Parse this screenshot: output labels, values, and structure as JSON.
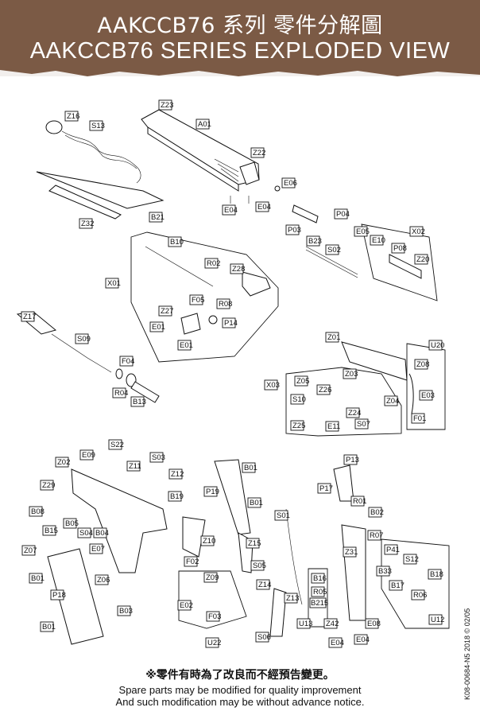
{
  "header": {
    "title_zh": "AAKCCB76 系列  零件分解圖",
    "title_en": "AAKCCB76 SERIES EXPLODED VIEW"
  },
  "colors": {
    "header_bg": "#7b5a45",
    "header_text": "#ffffff",
    "line": "#111111"
  },
  "labels": {
    "Z23": "Z23",
    "A01": "A01",
    "Z22": "Z22",
    "E06": "E06",
    "E04a": "E04",
    "E04b": "E04",
    "Z16": "Z16",
    "S13": "S13",
    "Z32": "Z32",
    "B21": "B21",
    "P04": "P04",
    "P03": "P03",
    "E05": "E05",
    "E10": "E10",
    "X02": "X02",
    "B23": "B23",
    "S02": "S02",
    "P08": "P08",
    "Z20": "Z20",
    "B10": "B10",
    "R02": "R02",
    "Z28": "Z28",
    "X01": "X01",
    "F05": "F05",
    "R08": "R08",
    "Z27": "Z27",
    "P14": "P14",
    "E01a": "E01",
    "E01b": "E01",
    "Z17": "Z17",
    "S09": "S09",
    "F04": "F04",
    "R04": "R04",
    "B13": "B13",
    "Z01": "Z01",
    "U20": "U20",
    "Z08": "Z08",
    "X03": "X03",
    "Z05": "Z05",
    "Z03": "Z03",
    "S10": "S10",
    "Z26": "Z26",
    "E03": "E03",
    "Z04": "Z04",
    "Z24": "Z24",
    "F01": "F01",
    "Z25": "Z25",
    "E11": "E11",
    "S07": "S07",
    "S22": "S22",
    "E09": "E09",
    "S03": "S03",
    "Z11": "Z11",
    "Z02": "Z02",
    "Z12": "Z12",
    "B01a": "B01",
    "P13": "P13",
    "Z29": "Z29",
    "B19": "B19",
    "P19": "P19",
    "P17": "P17",
    "R01": "R01",
    "B08": "B08",
    "B05": "B05",
    "B15": "B15",
    "S04": "S04",
    "B04": "B04",
    "B01b": "B01",
    "S01": "S01",
    "B02": "B02",
    "Z10": "Z10",
    "Z07": "Z07",
    "E07": "E07",
    "Z15": "Z15",
    "R07": "R07",
    "P41": "P41",
    "B01c": "B01",
    "Z06": "Z06",
    "F02": "F02",
    "S05": "S05",
    "Z31": "Z31",
    "S12": "S12",
    "B33": "B33",
    "B18": "B18",
    "P18": "P18",
    "Z09": "Z09",
    "Z14": "Z14",
    "B16": "B16",
    "R05": "R05",
    "B17": "B17",
    "B03": "B03",
    "E02": "E02",
    "Z13": "Z13",
    "B215": "B215",
    "R06": "R06",
    "F03": "F03",
    "B01d": "B01",
    "U13": "U13",
    "Z42": "Z42",
    "E08": "E08",
    "U12": "U12",
    "S06": "S06",
    "U22": "U22",
    "E04c": "E04",
    "E04d": "E04"
  },
  "footer": {
    "note_zh": "※零件有時為了改良而不經預告變更。",
    "line1": "Spare parts may be modified for quality improvement",
    "line2": "And such modification may be without advance notice."
  },
  "doc_number": "K08-00684-N5  2018 © 02/05"
}
